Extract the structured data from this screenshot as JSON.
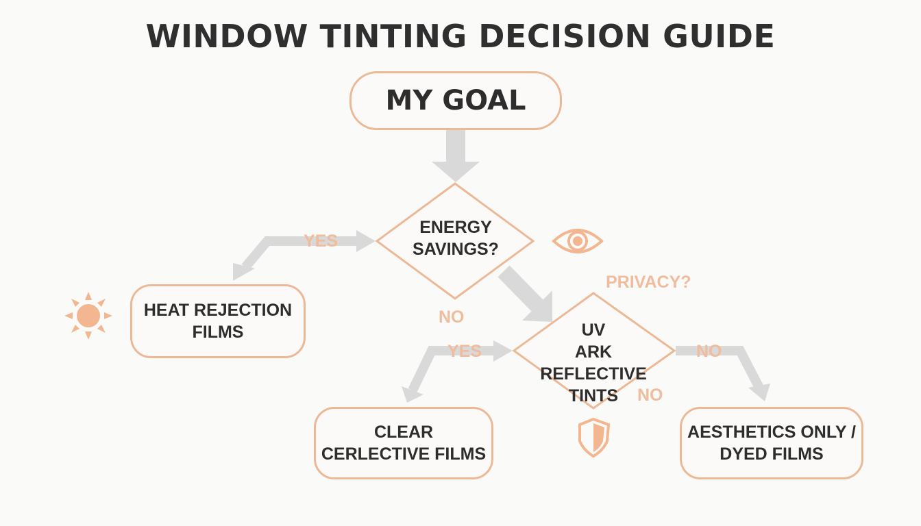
{
  "title": "WINDOW TINTING DECISION GUIDE",
  "colors": {
    "accent": "#ecb896",
    "arrow": "#d9d9d9",
    "label": "#efbd9d",
    "text": "#2d2d2d",
    "icon": "#f2b690"
  },
  "nodes": {
    "goal": "MY GOAL",
    "energy": {
      "line1": "ENERGY",
      "line2": "SAVINGS?"
    },
    "heat": {
      "line1": "HEAT REJECTION",
      "line2": "FILMS"
    },
    "uv": {
      "line1": "UV",
      "line2": "ARK REFLECTIVE",
      "line3": "TINTS"
    },
    "clear": {
      "line1": "CLEAR",
      "line2": "CERLECTIVE FILMS"
    },
    "aesthetics": {
      "line1": "AESTHETICS ONLY /",
      "line2": "DYED FILMS"
    }
  },
  "labels": {
    "yes_energy": "YES",
    "no_energy": "NO",
    "privacy": "PRIVACY?",
    "yes_uv": "YES",
    "no_uv_right": "NO",
    "no_uv_bottom": "NO"
  },
  "icons": [
    "eye-icon",
    "sun-icon",
    "shield-icon"
  ]
}
